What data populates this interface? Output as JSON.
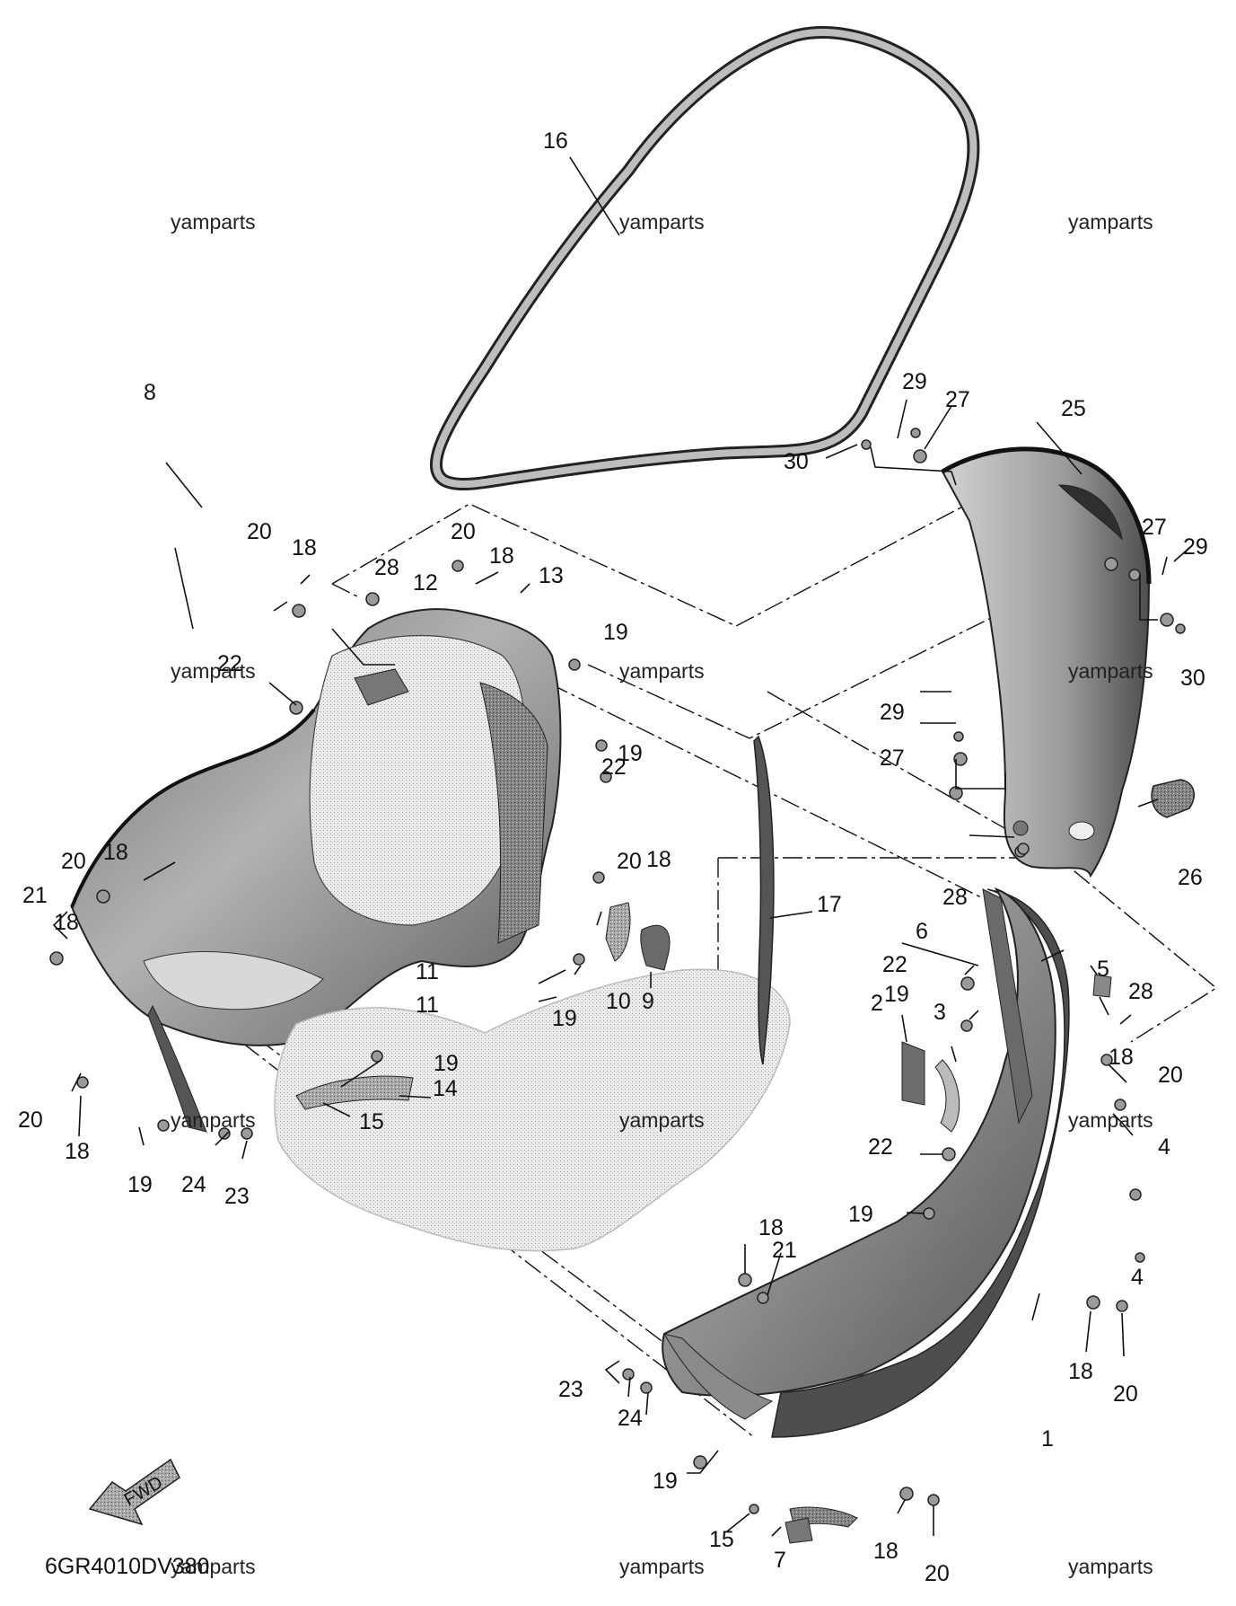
{
  "diagram": {
    "code": "6GR4010DV380",
    "fwd_label": "FWD",
    "watermark": "yamparts",
    "callouts": [
      {
        "id": "c1",
        "label": "1"
      },
      {
        "id": "c2",
        "label": "2"
      },
      {
        "id": "c3",
        "label": "3"
      },
      {
        "id": "c4a",
        "label": "4"
      },
      {
        "id": "c4b",
        "label": "4"
      },
      {
        "id": "c5",
        "label": "5"
      },
      {
        "id": "c6",
        "label": "6"
      },
      {
        "id": "c7",
        "label": "7"
      },
      {
        "id": "c8",
        "label": "8"
      },
      {
        "id": "c9",
        "label": "9"
      },
      {
        "id": "c10",
        "label": "10"
      },
      {
        "id": "c11a",
        "label": "11"
      },
      {
        "id": "c11b",
        "label": "11"
      },
      {
        "id": "c12",
        "label": "12"
      },
      {
        "id": "c13",
        "label": "13"
      },
      {
        "id": "c14",
        "label": "14"
      },
      {
        "id": "c15a",
        "label": "15"
      },
      {
        "id": "c15b",
        "label": "15"
      },
      {
        "id": "c16",
        "label": "16"
      },
      {
        "id": "c17",
        "label": "17"
      },
      {
        "id": "c18a",
        "label": "18"
      },
      {
        "id": "c18b",
        "label": "18"
      },
      {
        "id": "c18c",
        "label": "18"
      },
      {
        "id": "c18d",
        "label": "18"
      },
      {
        "id": "c18e",
        "label": "18"
      },
      {
        "id": "c18f",
        "label": "18"
      },
      {
        "id": "c18g",
        "label": "18"
      },
      {
        "id": "c18h",
        "label": "18"
      },
      {
        "id": "c18i",
        "label": "18"
      },
      {
        "id": "c18j",
        "label": "18"
      },
      {
        "id": "c19a",
        "label": "19"
      },
      {
        "id": "c19b",
        "label": "19"
      },
      {
        "id": "c19c",
        "label": "19"
      },
      {
        "id": "c19d",
        "label": "19"
      },
      {
        "id": "c19e",
        "label": "19"
      },
      {
        "id": "c19f",
        "label": "19"
      },
      {
        "id": "c19g",
        "label": "19"
      },
      {
        "id": "c19h",
        "label": "19"
      },
      {
        "id": "c20a",
        "label": "20"
      },
      {
        "id": "c20b",
        "label": "20"
      },
      {
        "id": "c20c",
        "label": "20"
      },
      {
        "id": "c20d",
        "label": "20"
      },
      {
        "id": "c20e",
        "label": "20"
      },
      {
        "id": "c20f",
        "label": "20"
      },
      {
        "id": "c20g",
        "label": "20"
      },
      {
        "id": "c20h",
        "label": "20"
      },
      {
        "id": "c21a",
        "label": "21"
      },
      {
        "id": "c21b",
        "label": "21"
      },
      {
        "id": "c22a",
        "label": "22"
      },
      {
        "id": "c22b",
        "label": "22"
      },
      {
        "id": "c22c",
        "label": "22"
      },
      {
        "id": "c22d",
        "label": "22"
      },
      {
        "id": "c23a",
        "label": "23"
      },
      {
        "id": "c23b",
        "label": "23"
      },
      {
        "id": "c24a",
        "label": "24"
      },
      {
        "id": "c24b",
        "label": "24"
      },
      {
        "id": "c25",
        "label": "25"
      },
      {
        "id": "c26",
        "label": "26"
      },
      {
        "id": "c27a",
        "label": "27"
      },
      {
        "id": "c27b",
        "label": "27"
      },
      {
        "id": "c27c",
        "label": "27"
      },
      {
        "id": "c28a",
        "label": "28"
      },
      {
        "id": "c28b",
        "label": "28"
      },
      {
        "id": "c28c",
        "label": "28"
      },
      {
        "id": "c29a",
        "label": "29"
      },
      {
        "id": "c29b",
        "label": "29"
      },
      {
        "id": "c29c",
        "label": "29"
      },
      {
        "id": "c30a",
        "label": "30"
      },
      {
        "id": "c30b",
        "label": "30"
      }
    ]
  }
}
